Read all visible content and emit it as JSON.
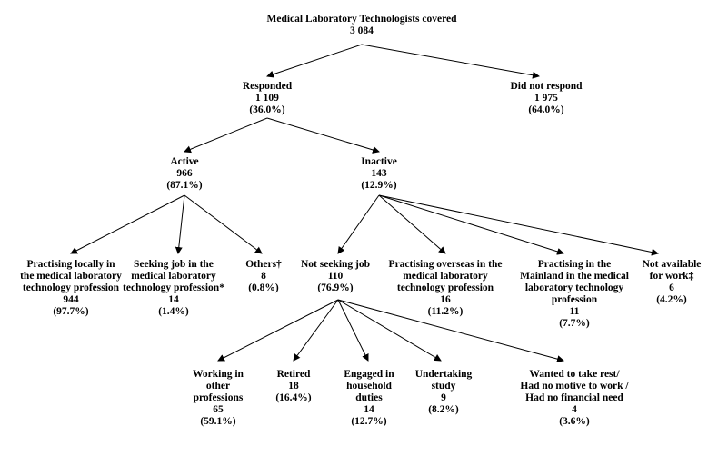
{
  "nodes": {
    "root": {
      "lines": [
        "Medical Laboratory Technologists covered",
        "3 084"
      ]
    },
    "responded": {
      "lines": [
        "Responded",
        "1 109",
        "(36.0%)"
      ]
    },
    "not_respond": {
      "lines": [
        "Did not respond",
        "1 975",
        "(64.0%)"
      ]
    },
    "active": {
      "lines": [
        "Active",
        "966",
        "(87.1%)"
      ]
    },
    "inactive": {
      "lines": [
        "Inactive",
        "143",
        "(12.9%)"
      ]
    },
    "practising_locally": {
      "lines": [
        "Practising locally in",
        "the medical laboratory",
        "technology profession",
        "944",
        "(97.7%)"
      ]
    },
    "seeking_job": {
      "lines": [
        "Seeking job in the",
        "medical laboratory",
        "technology profession*",
        "14",
        "(1.4%)"
      ]
    },
    "others": {
      "lines": [
        "Others†",
        "8",
        "(0.8%)"
      ]
    },
    "not_seeking": {
      "lines": [
        "Not seeking job",
        "110",
        "(76.9%)"
      ]
    },
    "overseas": {
      "lines": [
        "Practising overseas in the",
        "medical laboratory",
        "technology  profession",
        "16",
        "(11.2%)"
      ]
    },
    "mainland": {
      "lines": [
        "Practising in the",
        "Mainland in the medical",
        "laboratory technology",
        "profession",
        "11",
        "(7.7%)"
      ]
    },
    "not_available": {
      "lines": [
        "Not available",
        "for work‡",
        "6",
        "(4.2%)"
      ]
    },
    "working_other": {
      "lines": [
        "Working in",
        "other",
        "professions",
        "65",
        "(59.1%)"
      ]
    },
    "retired": {
      "lines": [
        "Retired",
        "18",
        "(16.4%)"
      ]
    },
    "household": {
      "lines": [
        "Engaged in",
        "household",
        "duties",
        "14",
        "(12.7%)"
      ]
    },
    "study": {
      "lines": [
        "Undertaking",
        "study",
        "9",
        "(8.2%)"
      ]
    },
    "rest": {
      "lines": [
        "Wanted to take rest/",
        "Had no motive to work /",
        "Had no financial need",
        "4",
        "(3.6%)"
      ]
    }
  }
}
